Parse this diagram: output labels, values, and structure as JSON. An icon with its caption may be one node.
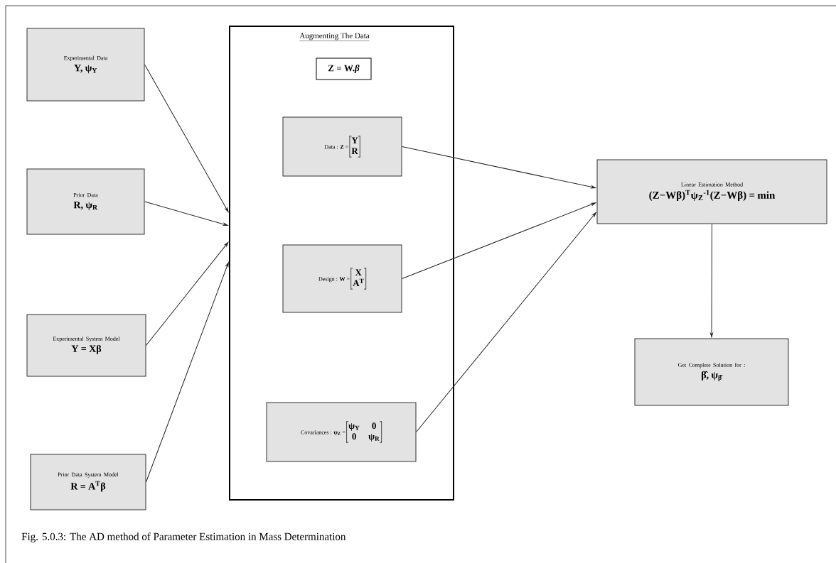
{
  "diagram": {
    "caption": "Fig. 5.0.3: The AD method of Parameter Estimation in Mass Determination",
    "nodes": [
      {
        "text": [
          "Experimental Data",
          "Y, ψ$_{Y}$"
        ]
      },
      {
        "text": [
          "Prior Data",
          "R, ψ$_{R}$"
        ]
      },
      {
        "text": [
          "Experimental System Model",
          "Y = Xβ"
        ]
      },
      {
        "text": [
          "Prior Data System Model",
          "R = A$^{T}$β"
        ]
      },
      {
        "text": [
          "Augmenting The Data"
        ]
      },
      {
        "text": [
          "Z = W.*β*"
        ],
        "in": 4
      },
      {
        "text": [
          "Data : **Z** =",
          "Y",
          "R"
        ],
        "in": 4
      },
      {
        "text": [
          "Design : **W** =",
          "X",
          "A$^{T}$"
        ],
        "in": 4
      },
      {
        "text": [
          "Covariances : **ψ$_{Z}$** =",
          "ψ$_{Y}$",
          "0",
          "0",
          "ψ$_{R}$"
        ],
        "in": 4
      },
      {
        "text": [
          "Linear Estimation Method",
          "(Z−Wβ)$^{T}$ψ$_{Z}$$^{-1}$(Z−Wβ) = min"
        ]
      },
      {
        "text": [
          "Get Complete Solution for :",
          "β̂, ψ$_{β̂}$"
        ]
      }
    ],
    "edges": [
      {
        "from": 0,
        "to": 4,
        "arrow": "to"
      },
      {
        "from": 1,
        "to": 4,
        "arrow": "to"
      },
      {
        "from": 2,
        "to": 4,
        "arrow": "to"
      },
      {
        "from": 3,
        "to": 4,
        "arrow": "to"
      },
      {
        "from": 6,
        "to": 9,
        "arrow": "to"
      },
      {
        "from": 7,
        "to": 9,
        "arrow": "to"
      },
      {
        "from": 8,
        "to": 9,
        "arrow": "to"
      },
      {
        "from": 9,
        "to": 10,
        "arrow": "to"
      }
    ]
  }
}
